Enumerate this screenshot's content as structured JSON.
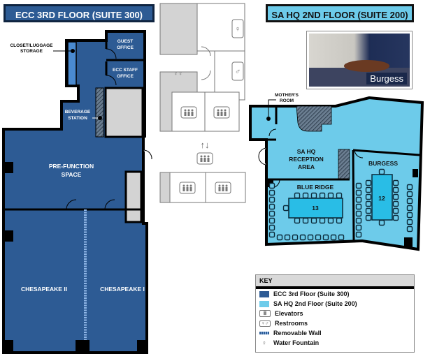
{
  "titles": {
    "left": "ECC 3RD FLOOR (SUITE 300)",
    "right": "SA HQ 2ND FLOOR (SUITE 200)"
  },
  "photo": {
    "caption": "Burgess"
  },
  "ecc_rooms": {
    "closet_1": "CLOSET/LUGGAGE",
    "closet_2": "STORAGE",
    "guest_1": "GUEST",
    "guest_2": "OFFICE",
    "staff_1": "ECC STAFF",
    "staff_2": "OFFICE",
    "bev_1": "BEVERAGE",
    "bev_2": "STATION",
    "pre_1": "PRE-FUNCTION",
    "pre_2": "SPACE",
    "chesapeake_2": "CHESAPEAKE II",
    "chesapeake_1": "CHESAPEAKE I"
  },
  "sahq_rooms": {
    "mother_1": "MOTHER'S",
    "mother_2": "ROOM",
    "reception_1": "SA HQ",
    "reception_2": "RECEPTION",
    "reception_3": "AREA",
    "blue_ridge": "BLUE RIDGE",
    "blue_ridge_seats": "13",
    "burgess": "BURGESS",
    "burgess_seats": "12"
  },
  "key": {
    "title": "KEY",
    "items": [
      {
        "label": "ECC 3rd Floor (Suite 300)",
        "color": "#2d5b94"
      },
      {
        "label": "SA HQ 2nd Floor (Suite 200)",
        "color": "#6dcbea"
      },
      {
        "label": "Elevators",
        "icon": "elevator-icon"
      },
      {
        "label": "Restrooms",
        "icon": "restroom-icon"
      },
      {
        "label": "Removable Wall",
        "icon": "removable-wall-icon"
      },
      {
        "label": "Water Fountain",
        "icon": "water-fountain-icon"
      }
    ]
  }
}
